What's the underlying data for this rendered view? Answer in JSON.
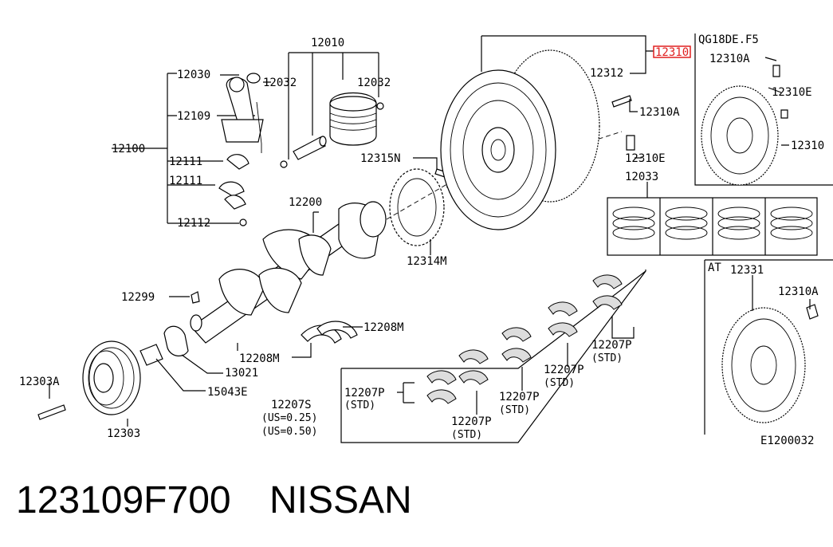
{
  "diagram": {
    "callouts": {
      "c12010": "12010",
      "c12030": "12030",
      "c12032a": "12032",
      "c12032b": "12032",
      "c12109": "12109",
      "c12100": "12100",
      "c12111a": "12111",
      "c12111b": "12111",
      "c12112": "12112",
      "c12315N": "12315N",
      "c12200": "12200",
      "c12314M": "12314M",
      "c12299": "12299",
      "c12208Ma": "12208M",
      "c12208Mb": "12208M",
      "c13021": "13021",
      "c15043E": "15043E",
      "c12303A": "12303A",
      "c12303": "12303",
      "c12207S": "12207S",
      "cUS025": "(US=0.25)",
      "cUS050": "(US=0.50)",
      "c12207P1": "12207P",
      "cSTD1": "(STD)",
      "c12207P2": "12207P",
      "cSTD2": "(STD)",
      "c12207P3": "12207P",
      "cSTD3": "(STD)",
      "c12207P4": "12207P",
      "cSTD4": "(STD)",
      "c12207P5": "12207P",
      "cSTD5": "(STD)",
      "c12312": "12312",
      "c12310highlight": "12310",
      "c12310A1": "12310A",
      "c12310E1": "12310E",
      "c12033": "12033",
      "cQG": "QG18DE.F5",
      "c12310A2": "12310A",
      "c12310E2": "12310E",
      "c12310r": "12310",
      "cAT": "AT",
      "c12331": "12331",
      "c12310A3": "12310A",
      "cCode": "E1200032"
    }
  },
  "caption": {
    "part_number": "123109F700",
    "brand": "NISSAN"
  },
  "colors": {
    "highlight": "#e02020",
    "ink": "#000000"
  }
}
